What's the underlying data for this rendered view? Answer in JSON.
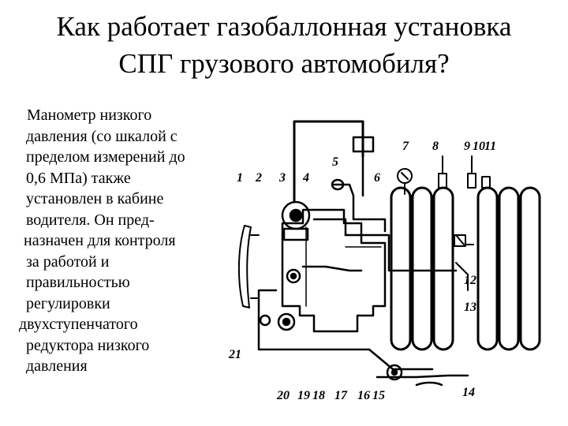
{
  "title": {
    "line1": "Как работает газобаллонная установка",
    "line2": "СПГ грузового автомобиля?"
  },
  "body": {
    "lines": [
      " Манометр низкого",
      "давления (со шкалой с",
      "пределом измерений до",
      "0,6 МПа) также",
      "установлен в кабине",
      "водителя. Он пред-",
      "назначен для контроля",
      "за работой и",
      "правильностью",
      "регулировки",
      "двухступенчатого",
      "редуктора низкого",
      "давления"
    ]
  },
  "diagram": {
    "labels": [
      "1",
      "2",
      "3",
      "4",
      "5",
      "6",
      "7",
      "8",
      "9",
      "10",
      "11",
      "12",
      "13",
      "14",
      "15",
      "16",
      "17",
      "18",
      "19",
      "20",
      "21"
    ]
  }
}
